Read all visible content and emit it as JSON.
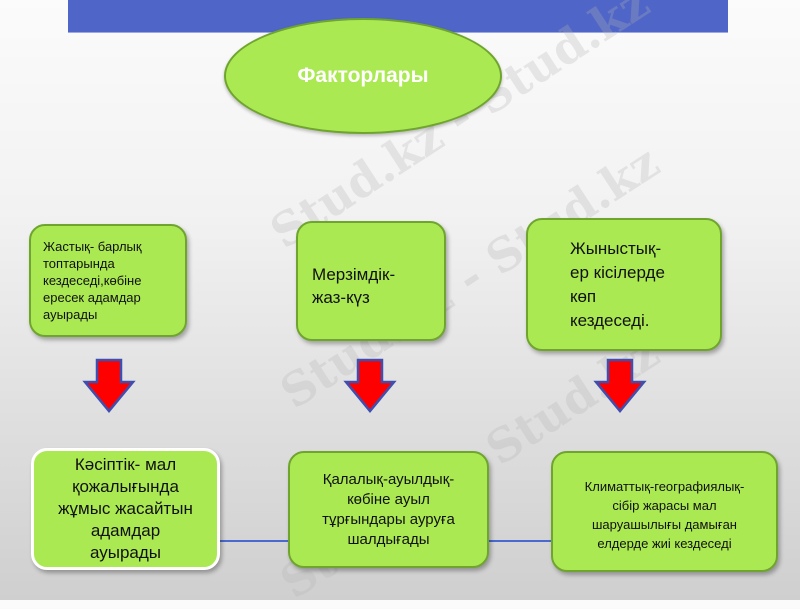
{
  "header": {
    "title": "Факторлары",
    "bar_color": "#4f66c8"
  },
  "top_row": [
    {
      "text": "Жастық- барлық\nтоптарында\nкездеседі,көбіне\nересек адамдар\nауырады"
    },
    {
      "text": "Мерзімдік-\nжаз-күз"
    },
    {
      "text": "Жыныстық-\nер кісілерде\nкөп\nкездеседі."
    }
  ],
  "bottom_row": [
    {
      "text": "Кәсіптік- мал\nқожалығында\nжұмыс жасайтын\nадамдар\nауырады"
    },
    {
      "text": "Қалалық-ауылдық-\nкөбіне ауыл\nтұрғындары ауруға\nшалдығады"
    },
    {
      "text": "Климаттық-географиялық-\nсібір жарасы мал\nшаруашылығы дамыған\nелдерде жиі кездеседі"
    }
  ],
  "arrows": [
    {
      "icon": "down-arrow-icon"
    },
    {
      "icon": "down-arrow-icon"
    },
    {
      "icon": "down-arrow-icon"
    }
  ],
  "colors": {
    "box_fill": "#abe952",
    "box_border": "#6fa52f",
    "arrow_fill": "#ff0000",
    "arrow_outline": "#3f4fb0",
    "connector": "#4a6ad0"
  },
  "watermark": {
    "text": "Stud.kz - Stud.kz"
  }
}
